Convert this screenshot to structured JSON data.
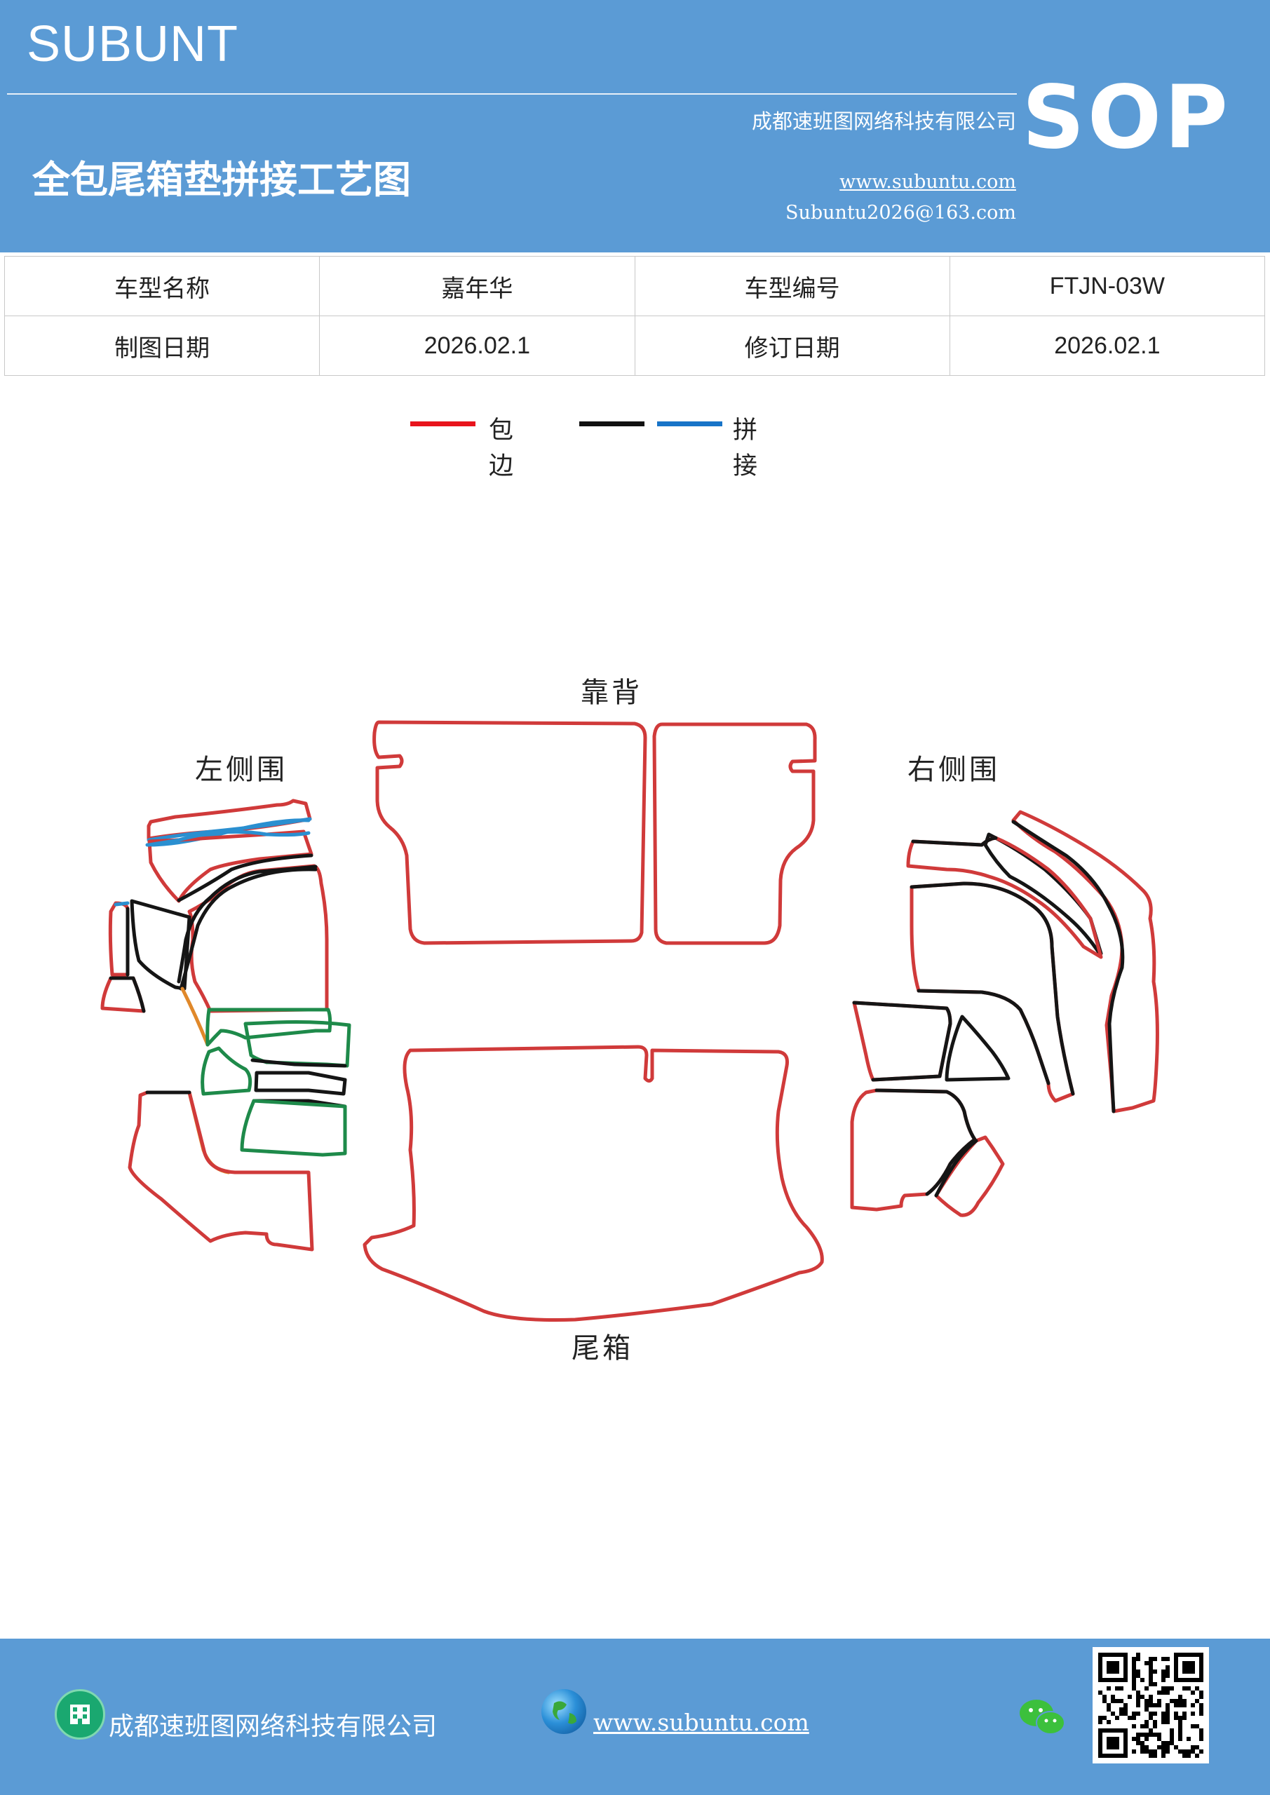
{
  "header": {
    "brand": "SUBUNT",
    "company": "成都速班图网络科技有限公司",
    "title": "全包尾箱垫拼接工艺图",
    "url": "www.subuntu.com",
    "email": "Subuntu2026@163.com",
    "badge": "SOP"
  },
  "info_table": {
    "rows": [
      {
        "label1": "车型名称",
        "value1": "嘉年华",
        "label2": "车型编号",
        "value2": "FTJN-03W"
      },
      {
        "label1": "制图日期",
        "value1": "2026.02.1",
        "label2": "修订日期",
        "value2": "2026.02.1"
      }
    ]
  },
  "legend": {
    "items": [
      {
        "color": "#e8141c",
        "label": "包边"
      },
      {
        "color": "#111111",
        "label": ""
      },
      {
        "color": "#1874c8",
        "label": "拼接"
      }
    ]
  },
  "diagram": {
    "labels": {
      "backrest": "靠背",
      "left_side": "左侧围",
      "right_side": "右侧围",
      "trunk": "尾箱"
    },
    "colors": {
      "edge": "#d03a3a",
      "seam_black": "#151515",
      "seam_blue": "#2a8fd0",
      "seam_green": "#1e8a4a",
      "seam_orange": "#e0882a"
    }
  },
  "footer": {
    "company": "成都速班图网络科技有限公司",
    "url": "www.subuntu.com",
    "building_icon": "building-icon",
    "globe_icon": "globe-icon",
    "wechat_icon": "wechat-icon",
    "qr_icon": "qr-code-icon"
  }
}
